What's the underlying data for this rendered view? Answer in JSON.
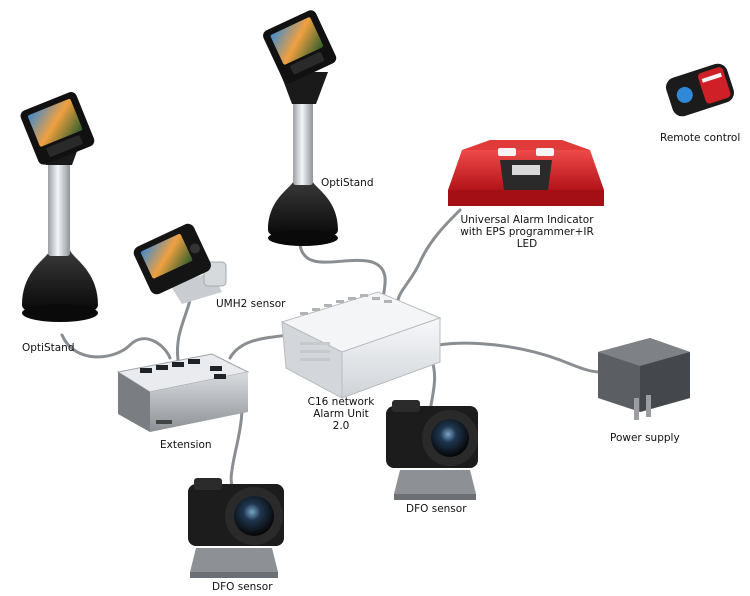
{
  "labels": {
    "optistand_left": "OptiStand",
    "optistand_top": "OptiStand",
    "remote_control": "Remote control",
    "alarm_indicator_line1": "Universal Alarm Indicator",
    "alarm_indicator_line2": "with EPS programmer+IR",
    "alarm_indicator_line3": "LED",
    "umh2_sensor": "UMH2 sensor",
    "extension": "Extension",
    "c16_line1": "C16 network",
    "c16_line2": "Alarm Unit",
    "c16_line3": "2.0",
    "power_supply": "Power supply",
    "dfo_sensor_right": "DFO sensor",
    "dfo_sensor_bottom": "DFO sensor"
  },
  "colors": {
    "cable": "#8a8e93",
    "stand_black": "#141414",
    "pole_silver": "#cfd3d8",
    "alarm_red": "#d8242a",
    "unit_white": "#e9ebee",
    "extension_grey": "#5d6166",
    "camera_black": "#1c1c1c"
  }
}
